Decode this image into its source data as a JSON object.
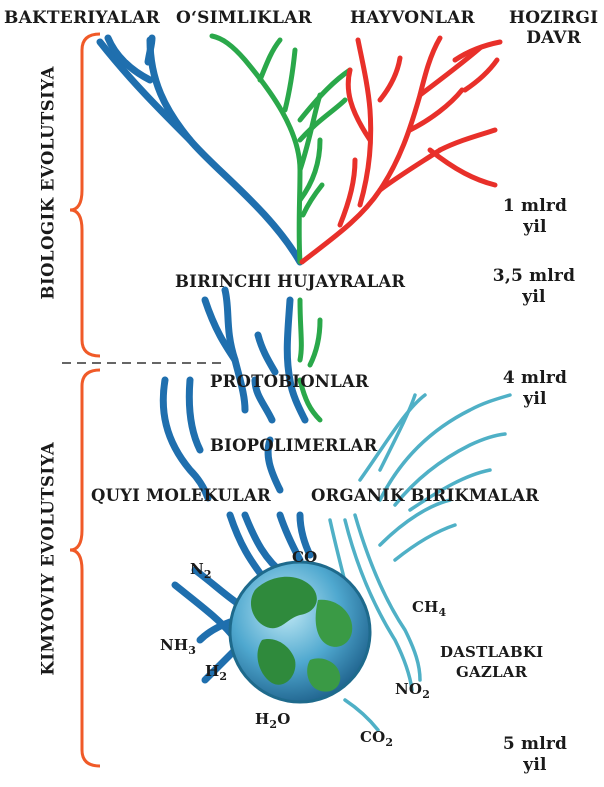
{
  "columns": {
    "bacteria": "BAKTERIYALAR",
    "plants": "O‘SIMLIKLAR",
    "animals": "HAYVONLAR",
    "present_line1": "HOZIRGI",
    "present_line2": "DAVR"
  },
  "stages": {
    "first_cells": "BIRINCHI HUJAYRALAR",
    "protobionts": "PROTOBIONLAR",
    "biopolymers": "BIOPOLIMERLAR",
    "low_molecular": "QUYI MOLEKULAR",
    "organic_compounds": "ORGANIK BIRIKMALAR"
  },
  "eras": {
    "biological": "BIOLOGIK EVOLUTSIYA",
    "chemical": "KIMYOVIY EVOLUTSIYA"
  },
  "timeline": [
    {
      "line1": "1 mlrd",
      "line2": "yil"
    },
    {
      "line1": "3,5 mlrd",
      "line2": "yil"
    },
    {
      "line1": "4 mlrd",
      "line2": "yil"
    },
    {
      "line1": "5 mlrd",
      "line2": "yil"
    }
  ],
  "gases": {
    "n2": {
      "base": "N",
      "sub": "2"
    },
    "co": {
      "base": "CO",
      "sub": ""
    },
    "nh3": {
      "base": "NH",
      "sub": "3"
    },
    "h2": {
      "base": "H",
      "sub": "2"
    },
    "ch4": {
      "base": "CH",
      "sub": "4"
    },
    "no2": {
      "base": "NO",
      "sub": "2"
    },
    "h2o_pre": "H",
    "h2o_sub": "2",
    "h2o_post": "O",
    "co2": {
      "base": "CO",
      "sub": "2"
    },
    "initial_line1": "DASTLABKI",
    "initial_line2": "GAZLAR"
  },
  "colors": {
    "bacteria": "#1f6fae",
    "plants": "#2aa84a",
    "animals": "#e8302a",
    "gases": "#4fb0c6",
    "bracket": "#f05a28"
  }
}
